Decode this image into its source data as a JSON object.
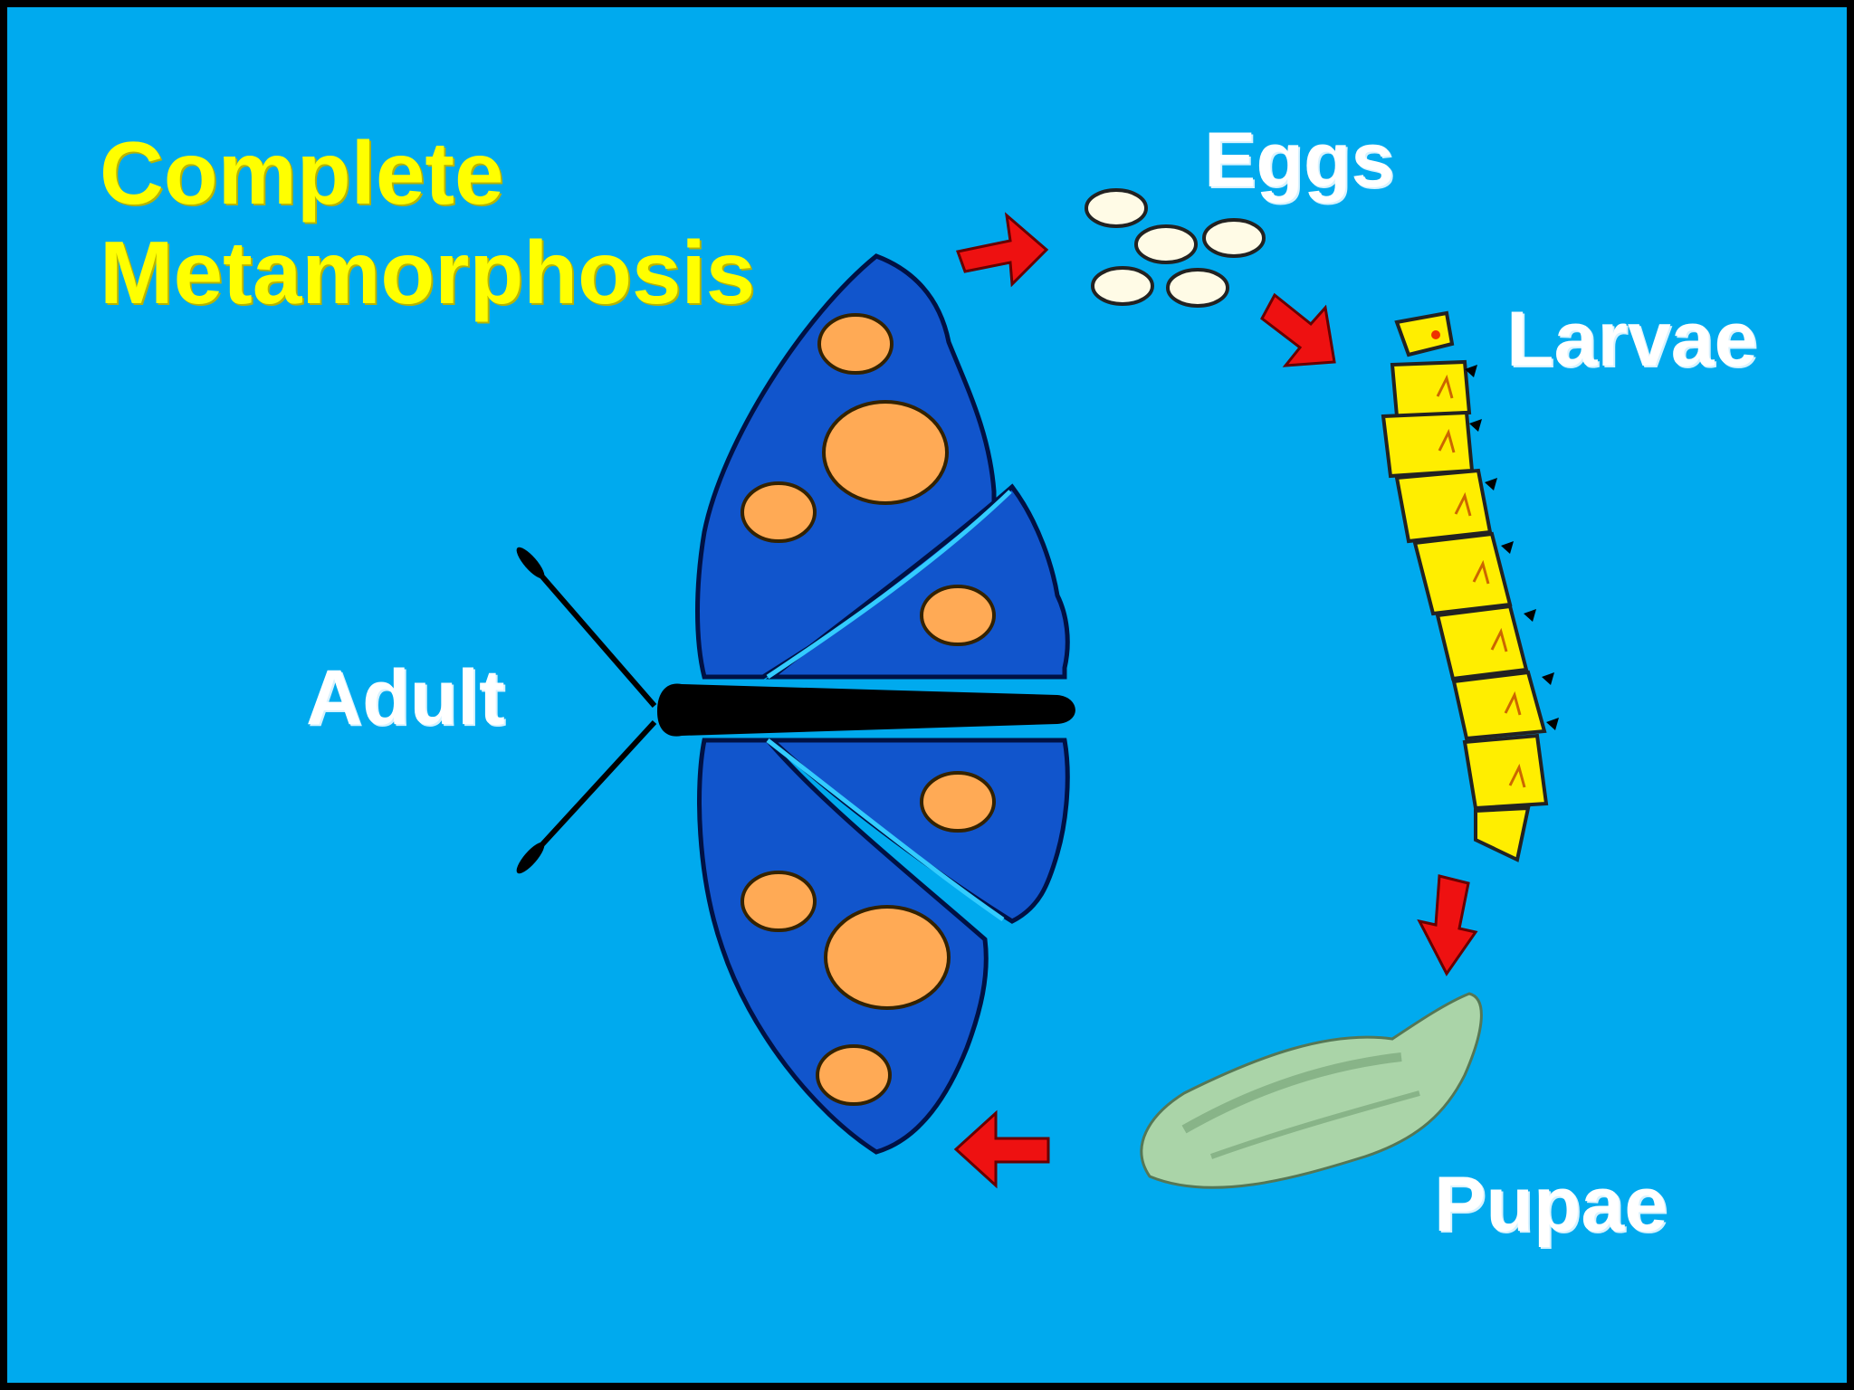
{
  "title": {
    "line1": "Complete",
    "line2": "Metamorphosis"
  },
  "stages": {
    "adult": "Adult",
    "eggs": "Eggs",
    "larvae": "Larvae",
    "pupae": "Pupae"
  },
  "colors": {
    "background": "#00aaee",
    "title": "#ffff00",
    "stage_label": "#ffffff",
    "wing": "#1155cc",
    "wing_spot": "#ffaa55",
    "arrow": "#ee1111",
    "larva": "#ffee00",
    "pupa": "#aad4a8",
    "egg": "#fffbe6"
  }
}
